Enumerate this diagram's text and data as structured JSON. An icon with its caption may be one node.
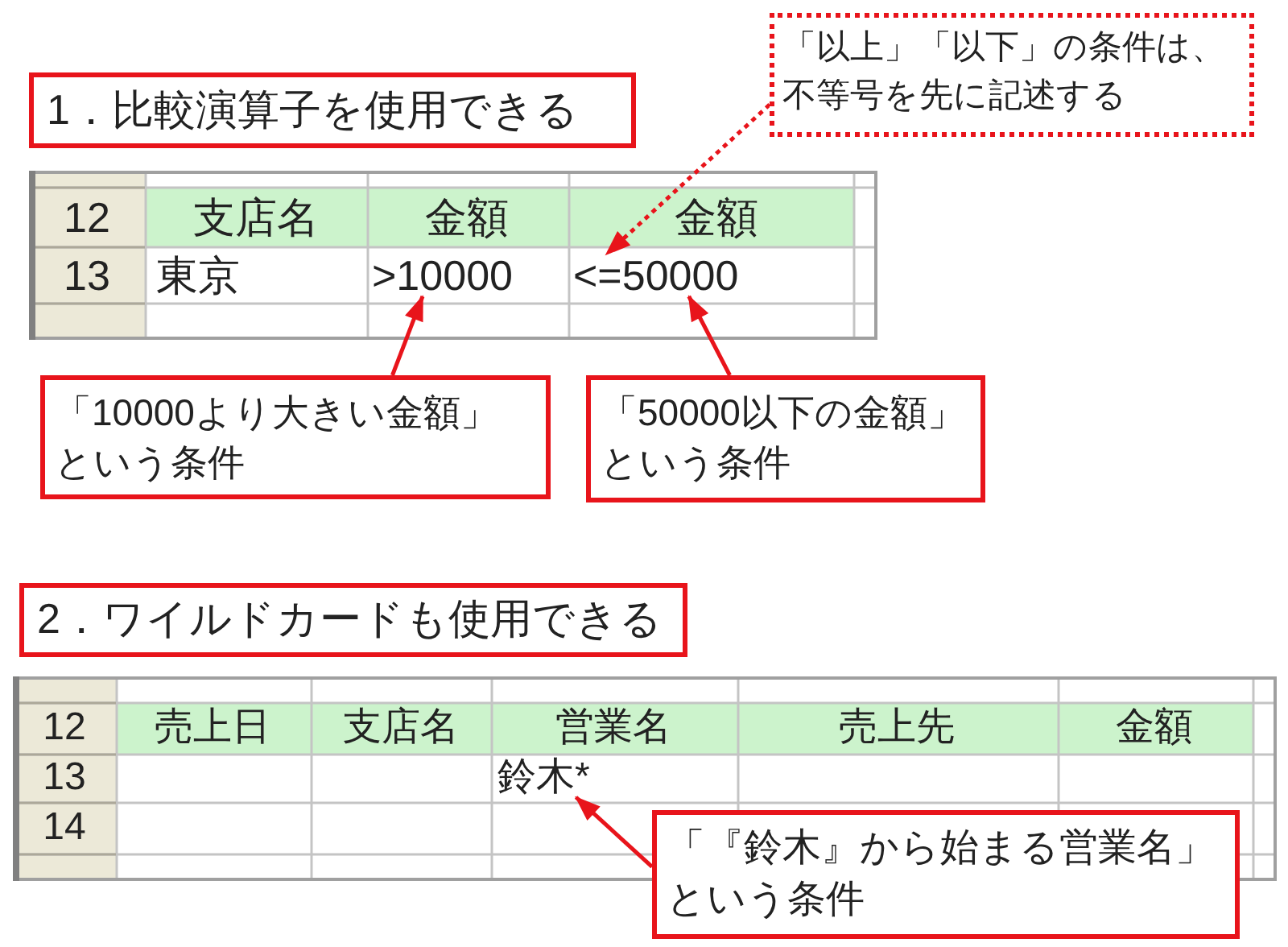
{
  "diagram": {
    "nodes": [
      {
        "text": [
          "1．比較演算子を使用できる"
        ]
      },
      {
        "text": [
          "「以上」「以下」の条件は、不等号を先に記述する"
        ]
      },
      {
        "text": [
          ">10000"
        ]
      },
      {
        "text": [
          "<=50000"
        ]
      },
      {
        "text": [
          "「10000より大きい金額」という条件"
        ]
      },
      {
        "text": [
          "「50000以下の金額」という条件"
        ]
      },
      {
        "text": [
          "2．ワイルドカードも使用できる"
        ]
      },
      {
        "text": [
          "鈴木*"
        ]
      },
      {
        "text": [
          "「『鈴木』から始まる営業名」という条件"
        ]
      }
    ],
    "edges": [
      {
        "from": 1,
        "to": 3,
        "arrow": "to",
        "style": "dashed"
      },
      {
        "from": 4,
        "to": 2,
        "arrow": "to"
      },
      {
        "from": 5,
        "to": 3,
        "arrow": "to"
      },
      {
        "from": 8,
        "to": 7,
        "arrow": "to"
      }
    ],
    "labels": [
      "12",
      "支店名",
      "金額",
      "金額",
      "13",
      "東京",
      "12",
      "売上日",
      "支店名",
      "営業名",
      "売上先",
      "金額",
      "13",
      "14"
    ]
  }
}
